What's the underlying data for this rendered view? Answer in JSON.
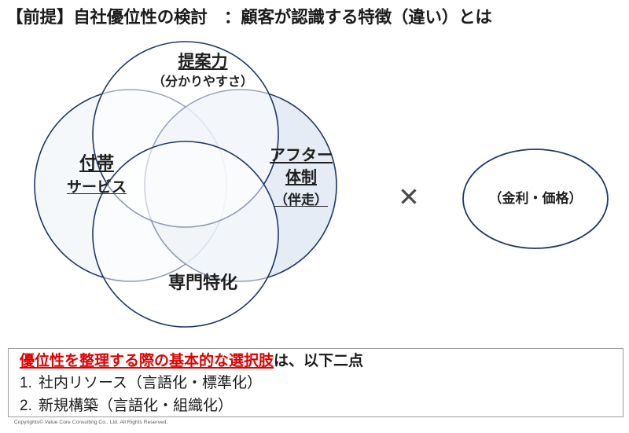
{
  "title": "【前提】自社優位性の検討　：顧客が認識する特徴（違い）とは",
  "venn": {
    "circles": [
      {
        "id": "top",
        "name": "proposal-power",
        "main": "提案力",
        "sub": "（分かりやすさ）",
        "main_underlined": true,
        "sub_underlined": false,
        "fill": "#ffffff",
        "stroke": "#1f3864"
      },
      {
        "id": "left",
        "name": "ancillary-service",
        "main": "付帯",
        "sub": "サービス",
        "main_underlined": true,
        "sub_underlined": true,
        "fill": "#f4f7fb",
        "stroke": "#1f3864"
      },
      {
        "id": "right",
        "name": "after-support",
        "main": "アフター\n体制",
        "main_line1": "アフター",
        "main_line2": "体制",
        "sub": "（伴走）",
        "main_underlined": true,
        "sub_underlined": true,
        "fill": "#e8eef7",
        "stroke": "#1f3864"
      },
      {
        "id": "bottom",
        "name": "specialization",
        "main": "専門特化",
        "sub": "",
        "main_underlined": false,
        "sub_underlined": false,
        "fill": "#ffffff",
        "stroke": "#1f3864"
      }
    ]
  },
  "multiply_symbol": "✕",
  "price_ellipse": {
    "label": "（金利・価格）",
    "stroke": "#1f3864",
    "fill": "#ffffff"
  },
  "note": {
    "headline_highlight": "優位性を整理する際の基本的な選択肢",
    "headline_tail": "は、以下二点",
    "items": [
      {
        "num": "1.",
        "text": "社内リソース（言語化・標準化）"
      },
      {
        "num": "2.",
        "text": "新規構築（言語化・組織化）"
      }
    ],
    "highlight_color": "#e00000",
    "border_color": "#9c9c9c"
  },
  "copyright": "Copyrights© Value Core Consulting Co., Ltd.  All Rights Reserved."
}
